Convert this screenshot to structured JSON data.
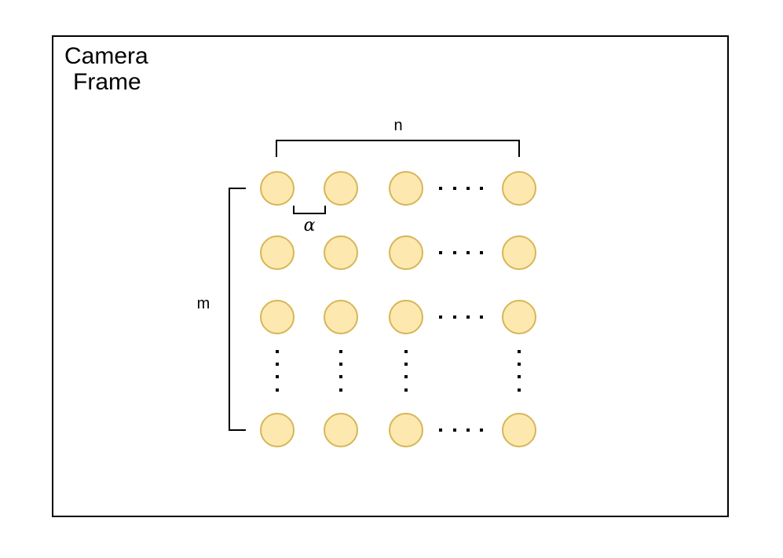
{
  "frame": {
    "title_line1": "Camera",
    "title_line2": "Frame"
  },
  "grid": {
    "column_count_label": "n",
    "row_count_label": "m",
    "spacing_label": "α",
    "colors": {
      "circle_fill": "#fde8b0",
      "circle_stroke": "#d6b656",
      "line": "#000000"
    }
  }
}
